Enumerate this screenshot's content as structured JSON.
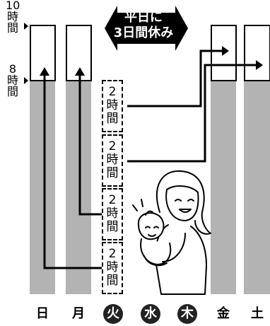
{
  "axis": {
    "top_label": [
      "10",
      "時",
      "間"
    ],
    "mid_label": [
      "8",
      "時",
      "間"
    ]
  },
  "banner": {
    "line1": "平日に",
    "line2": "3日間休み"
  },
  "hour_blocks": [
    {
      "num": "2",
      "u1": "時",
      "u2": "間"
    },
    {
      "num": "2",
      "u1": "時",
      "u2": "間"
    },
    {
      "num": "2",
      "u1": "時",
      "u2": "間"
    },
    {
      "num": "2",
      "u1": "時",
      "u2": "間"
    }
  ],
  "days": [
    "日",
    "月",
    "火",
    "水",
    "木",
    "金",
    "土"
  ],
  "days_off": [
    "火",
    "水",
    "木"
  ],
  "colors": {
    "bar_gray": "#b3b3b3",
    "ink": "#000000",
    "banner_bg": "#000000"
  }
}
